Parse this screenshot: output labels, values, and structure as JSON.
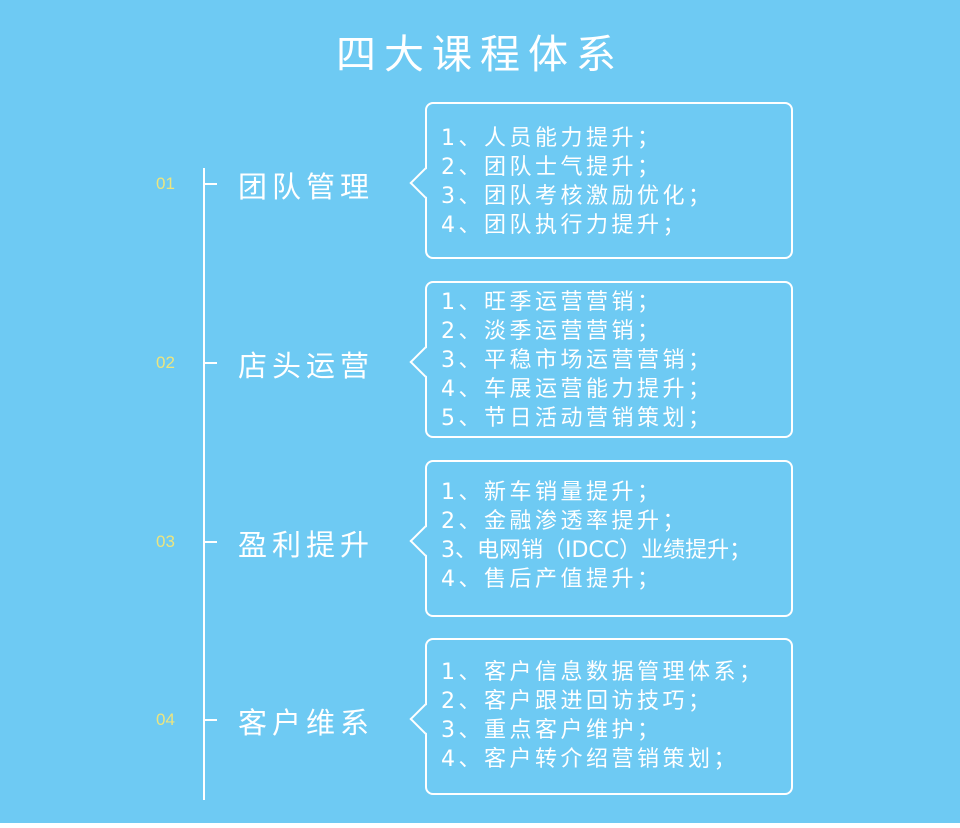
{
  "title": "四大课程体系",
  "sections": [
    {
      "num": "01",
      "name": "团队管理",
      "items": [
        "1、人员能力提升；",
        "2、团队士气提升；",
        "3、团队考核激励优化；",
        "4、团队执行力提升；"
      ]
    },
    {
      "num": "02",
      "name": "店头运营",
      "items": [
        "1、旺季运营营销；",
        "2、淡季运营营销；",
        "3、平稳市场运营营销；",
        "4、车展运营能力提升；",
        "5、节日活动营销策划；"
      ]
    },
    {
      "num": "03",
      "name": "盈利提升",
      "items": [
        "1、新车销量提升；",
        "2、金融渗透率提升；",
        "3、电网销（IDCC）业绩提升；",
        "4、售后产值提升；"
      ]
    },
    {
      "num": "04",
      "name": "客户维系",
      "items": [
        "1、客户信息数据管理体系；",
        "2、客户跟进回访技巧；",
        "3、重点客户维护；",
        "4、客户转介绍营销策划；"
      ]
    }
  ]
}
